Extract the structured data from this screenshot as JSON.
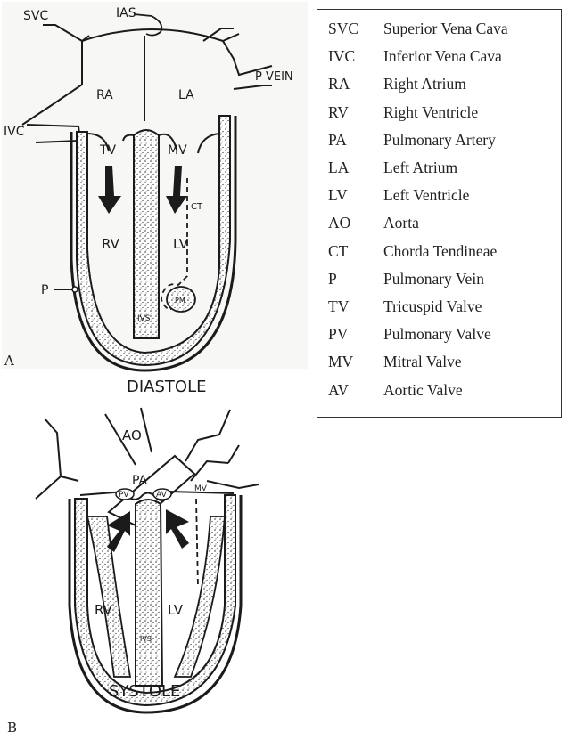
{
  "panels": {
    "a": {
      "letter": "A",
      "state": "DIASTOLE",
      "labels": {
        "svc": "SVC",
        "ias": "IAS",
        "ra": "RA",
        "la": "LA",
        "p_vein": "P VEIN",
        "ivc": "IVC",
        "tv": "TV",
        "mv": "MV",
        "rv": "RV",
        "lv": "LV",
        "ct": "CT",
        "pm": "PM",
        "ivs": "IVS",
        "p": "P"
      }
    },
    "b": {
      "letter": "B",
      "state": "SYSTOLE",
      "labels": {
        "ao": "AO",
        "pa": "PA",
        "pv": "PV",
        "av": "AV",
        "mv": "MV",
        "rv": "RV",
        "lv": "LV",
        "ivs": "IVS"
      }
    }
  },
  "legend": [
    {
      "abbr": "SVC",
      "term": "Superior Vena Cava"
    },
    {
      "abbr": "IVC",
      "term": "Inferior Vena Cava"
    },
    {
      "abbr": "RA",
      "term": "Right Atrium"
    },
    {
      "abbr": "RV",
      "term": "Right Ventricle"
    },
    {
      "abbr": "PA",
      "term": "Pulmonary Artery"
    },
    {
      "abbr": "LA",
      "term": "Left Atrium"
    },
    {
      "abbr": "LV",
      "term": "Left Ventricle"
    },
    {
      "abbr": "AO",
      "term": "Aorta"
    },
    {
      "abbr": "CT",
      "term": "Chorda Tendineae"
    },
    {
      "abbr": "P",
      "term": "Pulmonary Vein"
    },
    {
      "abbr": "TV",
      "term": "Tricuspid Valve"
    },
    {
      "abbr": "PV",
      "term": "Pulmonary Valve"
    },
    {
      "abbr": "MV",
      "term": "Mitral Valve"
    },
    {
      "abbr": "AV",
      "term": "Aortic Valve"
    }
  ],
  "colors": {
    "ink": "#1b1b1b",
    "paper": "#ffffff",
    "stipple": "#2a2a2a"
  }
}
